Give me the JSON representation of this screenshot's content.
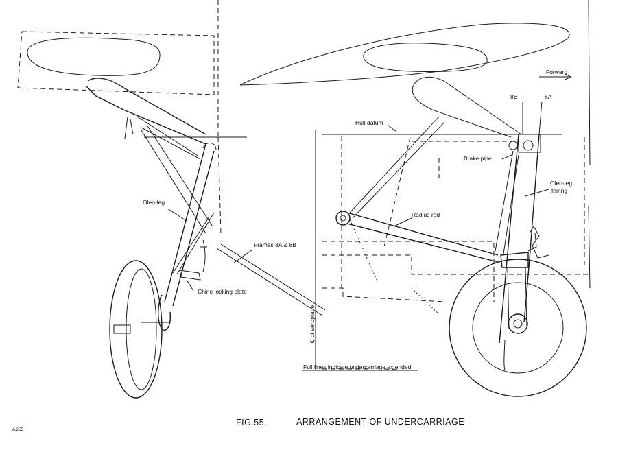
{
  "figure": {
    "number": "FIG.55.",
    "title": "ARRANGEMENT OF UNDERCARRIAGE",
    "note": "Full lines indicate undercarriage extended",
    "ref": "A.255"
  },
  "labels": {
    "forward": "Forward",
    "station_8b": "8B",
    "station_8a": "8A",
    "hull_datum": "Hull datum",
    "brake_pipe": "Brake pipe",
    "oleo_leg_fairing_1": "Oleo-leg",
    "oleo_leg_fairing_2": "fairing",
    "radius_rod": "Radius rod",
    "oleo_leg": "Oleo-leg",
    "frames": "Frames 8A & 8B",
    "chine_locking_plate": "Chine locking plate",
    "centreline": "℄ of aeroplane"
  }
}
